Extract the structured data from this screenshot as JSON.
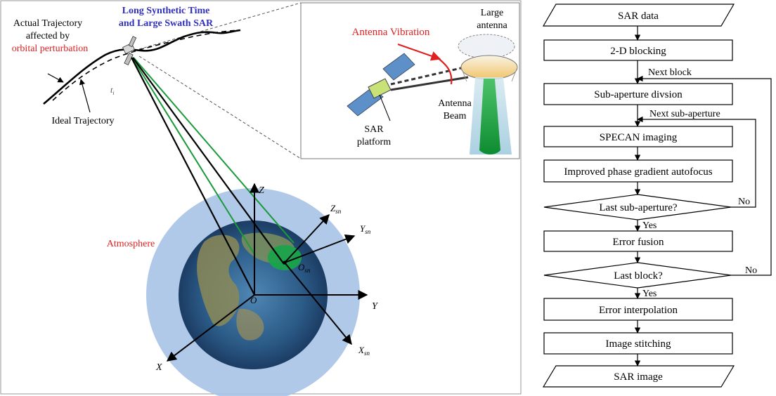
{
  "scene": {
    "actual_trajectory_l1": "Actual Trajectory",
    "actual_trajectory_l2": "affected by",
    "orbital_perturbation": "orbital perturbation",
    "title_l1": "Long Synthetic Time",
    "title_l2": "and Large Swath SAR",
    "ideal_trajectory": "Ideal Trajectory",
    "t_label": "t",
    "t_sub": "i",
    "atmosphere": "Atmosphere",
    "axis_Z": "Z",
    "axis_Y": "Y",
    "axis_X": "X",
    "origin_O": "O",
    "local_O": "O",
    "local_X": "X",
    "local_Y": "Y",
    "local_Z": "Z",
    "local_sub": "sn",
    "colors": {
      "title": "#2f2fbf",
      "perturbation": "#e02020",
      "beam": "#1a9a3a",
      "atmosphere": "#a9c3e6",
      "earth": "#2d5f8f"
    }
  },
  "inset": {
    "antenna_vibration": "Antenna Vibration",
    "large_antenna_l1": "Large",
    "large_antenna_l2": "antenna",
    "antenna_beam_l1": "Antenna",
    "antenna_beam_l2": "Beam",
    "sar_platform_l1": "SAR",
    "sar_platform_l2": "platform"
  },
  "flowchart": {
    "sar_data": "SAR data",
    "blocking": "2-D blocking",
    "next_block": "Next block",
    "sub_aperture_division": "Sub-aperture divsion",
    "next_sub_aperture": "Next sub-aperture",
    "specan": "SPECAN imaging",
    "pga": "Improved phase gradient autofocus",
    "last_sub_aperture": "Last sub-aperture?",
    "no1": "No",
    "yes1": "Yes",
    "error_fusion": "Error fusion",
    "last_block": "Last block?",
    "no2": "No",
    "yes2": "Yes",
    "error_interpolation": "Error interpolation",
    "image_stitching": "Image stitching",
    "sar_image": "SAR image"
  }
}
